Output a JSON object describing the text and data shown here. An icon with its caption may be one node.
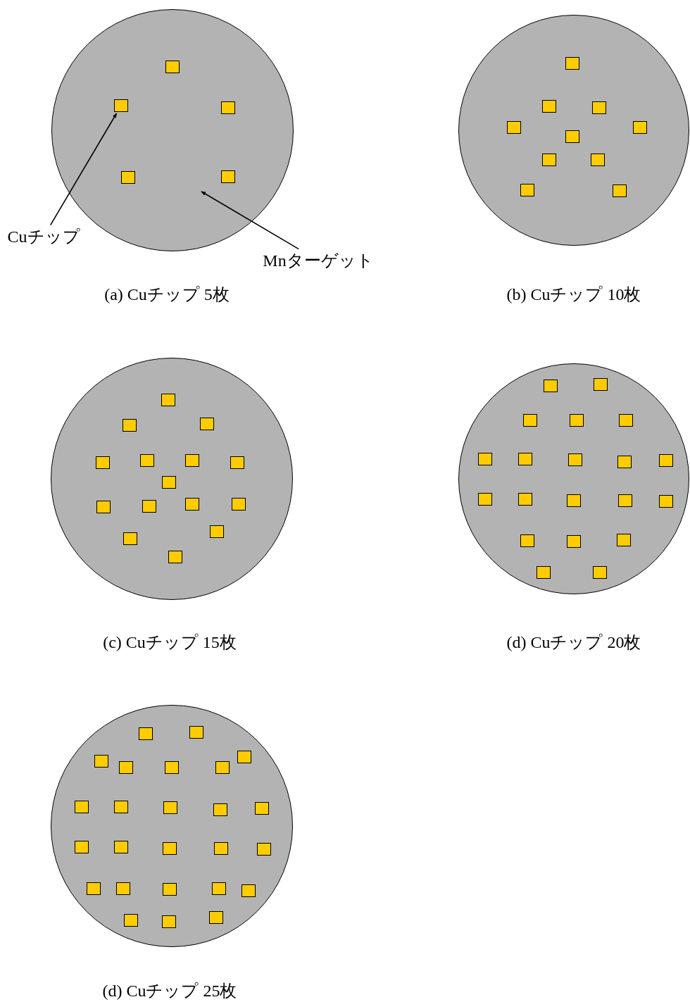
{
  "diagram": {
    "nodes": [
      {
        "text": [],
        "shape": "circle"
      },
      {
        "text": [],
        "shape": "box",
        "in": 0
      },
      {
        "text": [],
        "shape": "box",
        "in": 0
      },
      {
        "text": [],
        "shape": "box",
        "in": 0
      },
      {
        "text": [],
        "shape": "box",
        "in": 0
      },
      {
        "text": [],
        "shape": "box",
        "in": 0
      },
      {
        "text": [
          "Cuチップ"
        ]
      },
      {
        "text": [
          "Mnターゲット"
        ]
      },
      {
        "text": [],
        "shape": "circle"
      },
      {
        "text": [],
        "shape": "box",
        "in": 8
      },
      {
        "text": [],
        "shape": "box",
        "in": 8
      },
      {
        "text": [],
        "shape": "box",
        "in": 8
      },
      {
        "text": [],
        "shape": "box",
        "in": 8
      },
      {
        "text": [],
        "shape": "box",
        "in": 8
      },
      {
        "text": [],
        "shape": "box",
        "in": 8
      },
      {
        "text": [],
        "shape": "box",
        "in": 8
      },
      {
        "text": [],
        "shape": "box",
        "in": 8
      },
      {
        "text": [],
        "shape": "box",
        "in": 8
      },
      {
        "text": [],
        "shape": "box",
        "in": 8
      },
      {
        "text": [],
        "shape": "circle"
      },
      {
        "text": [],
        "shape": "box",
        "in": 19
      },
      {
        "text": [],
        "shape": "box",
        "in": 19
      },
      {
        "text": [],
        "shape": "box",
        "in": 19
      },
      {
        "text": [],
        "shape": "box",
        "in": 19
      },
      {
        "text": [],
        "shape": "box",
        "in": 19
      },
      {
        "text": [],
        "shape": "box",
        "in": 19
      },
      {
        "text": [],
        "shape": "box",
        "in": 19
      },
      {
        "text": [],
        "shape": "box",
        "in": 19
      },
      {
        "text": [],
        "shape": "box",
        "in": 19
      },
      {
        "text": [],
        "shape": "box",
        "in": 19
      },
      {
        "text": [],
        "shape": "box",
        "in": 19
      },
      {
        "text": [],
        "shape": "box",
        "in": 19
      },
      {
        "text": [],
        "shape": "box",
        "in": 19
      },
      {
        "text": [],
        "shape": "box",
        "in": 19
      },
      {
        "text": [],
        "shape": "box",
        "in": 19
      },
      {
        "text": [],
        "shape": "circle"
      },
      {
        "text": [],
        "shape": "box",
        "in": 35
      },
      {
        "text": [],
        "shape": "box",
        "in": 35
      },
      {
        "text": [],
        "shape": "box",
        "in": 35
      },
      {
        "text": [],
        "shape": "box",
        "in": 35
      },
      {
        "text": [],
        "shape": "box",
        "in": 35
      },
      {
        "text": [],
        "shape": "box",
        "in": 35
      },
      {
        "text": [],
        "shape": "box",
        "in": 35
      },
      {
        "text": [],
        "shape": "box",
        "in": 35
      },
      {
        "text": [],
        "shape": "box",
        "in": 35
      },
      {
        "text": [],
        "shape": "box",
        "in": 35
      },
      {
        "text": [],
        "shape": "box",
        "in": 35
      },
      {
        "text": [],
        "shape": "box",
        "in": 35
      },
      {
        "text": [],
        "shape": "box",
        "in": 35
      },
      {
        "text": [],
        "shape": "box",
        "in": 35
      },
      {
        "text": [],
        "shape": "box",
        "in": 35
      },
      {
        "text": [],
        "shape": "box",
        "in": 35
      },
      {
        "text": [],
        "shape": "box",
        "in": 35
      },
      {
        "text": [],
        "shape": "box",
        "in": 35
      },
      {
        "text": [],
        "shape": "box",
        "in": 35
      },
      {
        "text": [],
        "shape": "box",
        "in": 35
      },
      {
        "text": [],
        "shape": "circle"
      },
      {
        "text": [],
        "shape": "box",
        "in": 56
      },
      {
        "text": [],
        "shape": "box",
        "in": 56
      },
      {
        "text": [],
        "shape": "box",
        "in": 56
      },
      {
        "text": [],
        "shape": "box",
        "in": 56
      },
      {
        "text": [],
        "shape": "box",
        "in": 56
      },
      {
        "text": [],
        "shape": "box",
        "in": 56
      },
      {
        "text": [],
        "shape": "box",
        "in": 56
      },
      {
        "text": [],
        "shape": "box",
        "in": 56
      },
      {
        "text": [],
        "shape": "box",
        "in": 56
      },
      {
        "text": [],
        "shape": "box",
        "in": 56
      },
      {
        "text": [],
        "shape": "box",
        "in": 56
      },
      {
        "text": [],
        "shape": "box",
        "in": 56
      },
      {
        "text": [],
        "shape": "box",
        "in": 56
      },
      {
        "text": [],
        "shape": "box",
        "in": 56
      },
      {
        "text": [],
        "shape": "box",
        "in": 56
      },
      {
        "text": [],
        "shape": "box",
        "in": 56
      },
      {
        "text": [],
        "shape": "box",
        "in": 56
      },
      {
        "text": [],
        "shape": "box",
        "in": 56
      },
      {
        "text": [],
        "shape": "box",
        "in": 56
      },
      {
        "text": [],
        "shape": "box",
        "in": 56
      },
      {
        "text": [],
        "shape": "box",
        "in": 56
      },
      {
        "text": [],
        "shape": "box",
        "in": 56
      },
      {
        "text": [],
        "shape": "box",
        "in": 56
      },
      {
        "text": [],
        "shape": "box",
        "in": 56
      },
      {
        "text": [],
        "shape": "box",
        "in": 56
      }
    ],
    "edges": [
      {
        "from": 6,
        "to": 2,
        "arrow": "to"
      },
      {
        "from": 7,
        "to": 0,
        "arrow": "to"
      }
    ],
    "labels": [
      "(a) Cuチップ 5枚",
      "(b) Cuチップ 10枚",
      "(c) Cuチップ 15枚",
      "(d) Cuチップ 20枚",
      "(d) Cuチップ 25枚"
    ]
  }
}
